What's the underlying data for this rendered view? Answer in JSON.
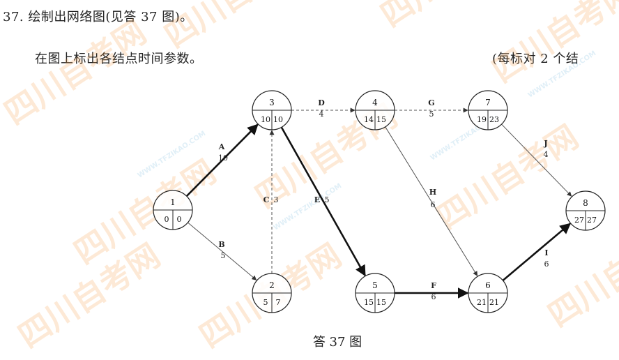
{
  "text": {
    "line1": "37. 绘制出网络图(见答 37 图)。",
    "line2": "在图上标出各结点时间参数。",
    "line2_right": "(每标对 2 个结",
    "caption": "答 37 图"
  },
  "watermark": {
    "text": "四川自考网",
    "url": "WWW.TFZIKAO.COM"
  },
  "network": {
    "nodes": [
      {
        "id": "1",
        "es": "0",
        "lf": "0"
      },
      {
        "id": "2",
        "es": "5",
        "lf": "7"
      },
      {
        "id": "3",
        "es": "10",
        "lf": "10"
      },
      {
        "id": "4",
        "es": "14",
        "lf": "15"
      },
      {
        "id": "5",
        "es": "15",
        "lf": "15"
      },
      {
        "id": "6",
        "es": "21",
        "lf": "21"
      },
      {
        "id": "7",
        "es": "19",
        "lf": "23"
      },
      {
        "id": "8",
        "es": "27",
        "lf": "27"
      }
    ],
    "activities": [
      {
        "name": "A",
        "duration": "10",
        "from": "1",
        "to": "3",
        "critical": true
      },
      {
        "name": "B",
        "duration": "5",
        "from": "1",
        "to": "2",
        "critical": false
      },
      {
        "name": "C",
        "duration": "3",
        "from": "2",
        "to": "3",
        "critical": false
      },
      {
        "name": "D",
        "duration": "4",
        "from": "3",
        "to": "4",
        "critical": false
      },
      {
        "name": "E",
        "duration": "5",
        "from": "3",
        "to": "5",
        "critical": true
      },
      {
        "name": "F",
        "duration": "6",
        "from": "5",
        "to": "6",
        "critical": true
      },
      {
        "name": "G",
        "duration": "5",
        "from": "4",
        "to": "7",
        "critical": false
      },
      {
        "name": "H",
        "duration": "6",
        "from": "4",
        "to": "6",
        "critical": false
      },
      {
        "name": "I",
        "duration": "6",
        "from": "6",
        "to": "8",
        "critical": true
      },
      {
        "name": "J",
        "duration": "4",
        "from": "7",
        "to": "8",
        "critical": false
      }
    ]
  }
}
